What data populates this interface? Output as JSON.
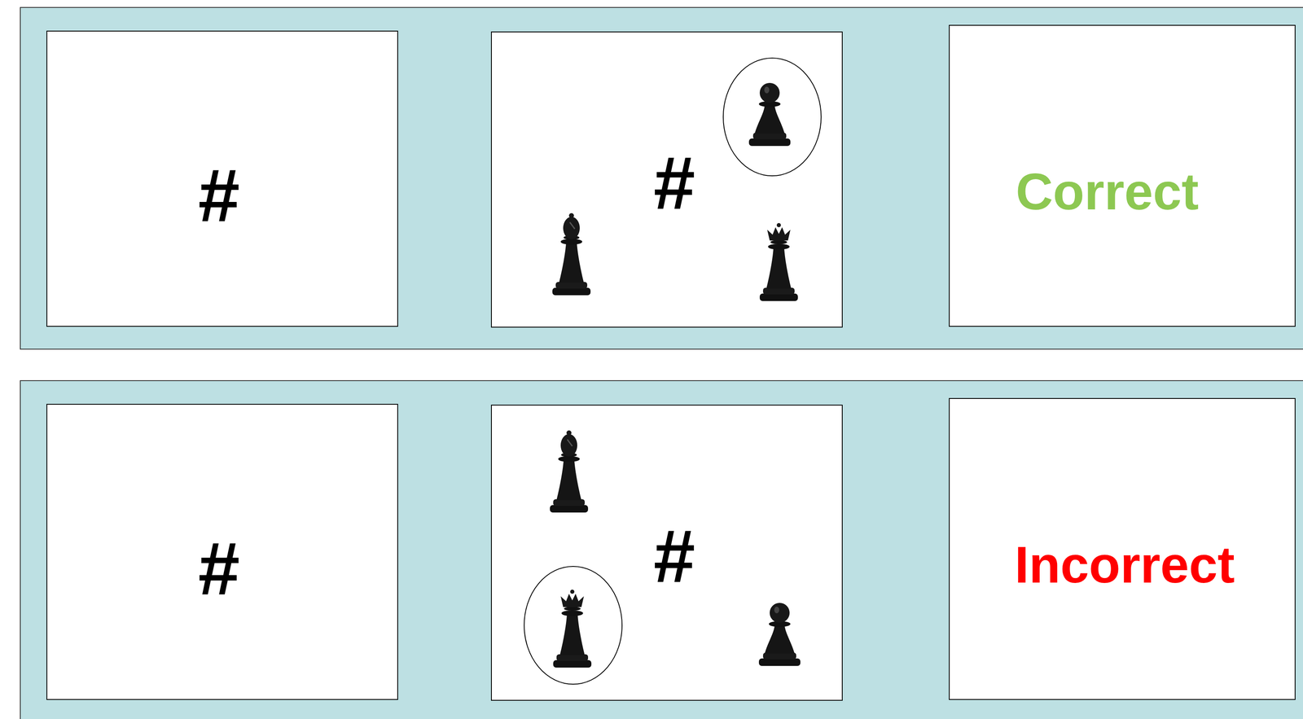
{
  "diagram": {
    "nodes": [
      {
        "text": [
          "#"
        ]
      },
      {
        "text": [
          "#"
        ]
      },
      {
        "text": [
          "Correct"
        ]
      },
      {
        "text": [
          "#"
        ]
      },
      {
        "text": [
          "#"
        ]
      },
      {
        "text": [
          "Incorrect"
        ]
      }
    ]
  }
}
